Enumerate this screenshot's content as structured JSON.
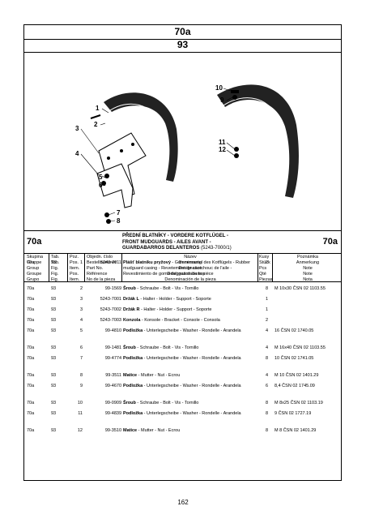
{
  "header": {
    "group_code": "70a",
    "table_number": "93"
  },
  "section": {
    "code_left": "70a",
    "code_right": "70a",
    "title_lines": [
      "PŘEDNÍ BLATNÍKY - VORDERE KOTFLÜGEL -",
      "FRONT MUDGUARDS - AILES AVANT -"
    ],
    "title_last": "GUARDABARROS DELANTEROS",
    "title_ref": "(5243-7000/1)"
  },
  "columns": {
    "group": [
      "Skupina",
      "Gruppe",
      "Group",
      "Groupe",
      "Grupo"
    ],
    "table": [
      "Tab.",
      "Tab.",
      "Fig.",
      "Fig.",
      "Fig."
    ],
    "position": [
      "Poz.",
      "Pos.",
      "Item.",
      "Pos.",
      "Item."
    ],
    "part_number": [
      "Objedn. číslo",
      "Bestellnummer",
      "Part No.",
      "Référence",
      "No de la pieza"
    ],
    "description": [
      "Název",
      "Benennung",
      "Designation",
      "Désignation de la pièce",
      "Denominación de la pieza"
    ],
    "quantity": [
      "Kusy",
      "Stück",
      "Pcs",
      "Qté",
      "Piezas"
    ],
    "note": [
      "Poznámka",
      "Anmerkung",
      "Note",
      "Note",
      "Nota"
    ]
  },
  "rows": [
    {
      "group": "70a",
      "table": "93",
      "pos": "1",
      "part": "5243-7011",
      "name": "Plášť blatníku pryžový",
      "rest": " - Gummimantel des Kotflügels - Rubber mudguard casing - Revetement de caotchouc de l'aile - Revestimiento de goma del guardabarros",
      "qty": "2",
      "note": ""
    },
    {
      "group": "70a",
      "table": "93",
      "pos": "2",
      "part": "99-1569",
      "name": "Šroub",
      "rest": " - Schraube - Bolt - Vis - Tornillo",
      "qty": "8",
      "note": "M 10x30 ČSN 02 1103.55"
    },
    {
      "group": "70a",
      "table": "93",
      "pos": "3",
      "part": "5243-7001",
      "name": "Držák L",
      "rest": " - Halter - Holder - Support - Soporte",
      "qty": "1",
      "note": ""
    },
    {
      "group": "70a",
      "table": "93",
      "pos": "3",
      "part": "5243-7002",
      "name": "Držák R",
      "rest": " - Halter - Holder - Support - Soporte",
      "qty": "1",
      "note": ""
    },
    {
      "group": "70a",
      "table": "93",
      "pos": "4",
      "part": "5243-7003",
      "name": "Konzola",
      "rest": " - Konsole - Bracket - Console - Consola",
      "qty": "2",
      "note": ""
    },
    {
      "group": "70a",
      "table": "93",
      "pos": "5",
      "part": "99-4810",
      "name": "Podložka",
      "rest": " - Unterlegscheibe - Washer - Rondelle - Arandela",
      "qty": "4",
      "note": "16 ČSN 02 1740.05"
    },
    {
      "group": "70a",
      "table": "93",
      "pos": "6",
      "part": "99-1481",
      "name": "Šroub",
      "rest": " - Schraube - Bolt - Vis - Tornillo",
      "qty": "4",
      "note": "M 16x40 ČSN 02 1103.55"
    },
    {
      "group": "70a",
      "table": "93",
      "pos": "7",
      "part": "99-4774",
      "name": "Podložka",
      "rest": " - Unterlegscheibe - Washer - Rondelle - Arandela",
      "qty": "8",
      "note": "10 ČSN 02 1741.05"
    },
    {
      "group": "70a",
      "table": "93",
      "pos": "8",
      "part": "99-3511",
      "name": "Matice",
      "rest": " - Mutter - Nut - Ecrou",
      "qty": "4",
      "note": "M 10 ČSN 02 1401.29"
    },
    {
      "group": "70a",
      "table": "93",
      "pos": "9",
      "part": "99-4670",
      "name": "Podložka",
      "rest": " - Unterlegscheibe - Washer - Rondelle - Arandela",
      "qty": "6",
      "note": "8,4 ČSN 02 1745.09"
    },
    {
      "group": "70a",
      "table": "93",
      "pos": "10",
      "part": "99-0909",
      "name": "Šroub",
      "rest": " - Schraube - Bolt - Vis - Tornillo",
      "qty": "8",
      "note": "M 8x25 ČSN 02 1103.19"
    },
    {
      "group": "70a",
      "table": "93",
      "pos": "11",
      "part": "99-4839",
      "name": "Podložka",
      "rest": " - Unterlegscheibe - Washer - Rondelle - Arandela",
      "qty": "8",
      "note": "9 ČSN 02 1727.19"
    },
    {
      "group": "70a",
      "table": "93",
      "pos": "12",
      "part": "99-3510",
      "name": "Matice",
      "rest": " - Mutter - Nut - Ecrou",
      "qty": "8",
      "note": "M 8 ČSN 02 1401.29"
    }
  ],
  "callouts": [
    "1",
    "2",
    "3",
    "4",
    "5",
    "6",
    "7",
    "8",
    "9",
    "10",
    "11",
    "12"
  ],
  "page_number": "162"
}
